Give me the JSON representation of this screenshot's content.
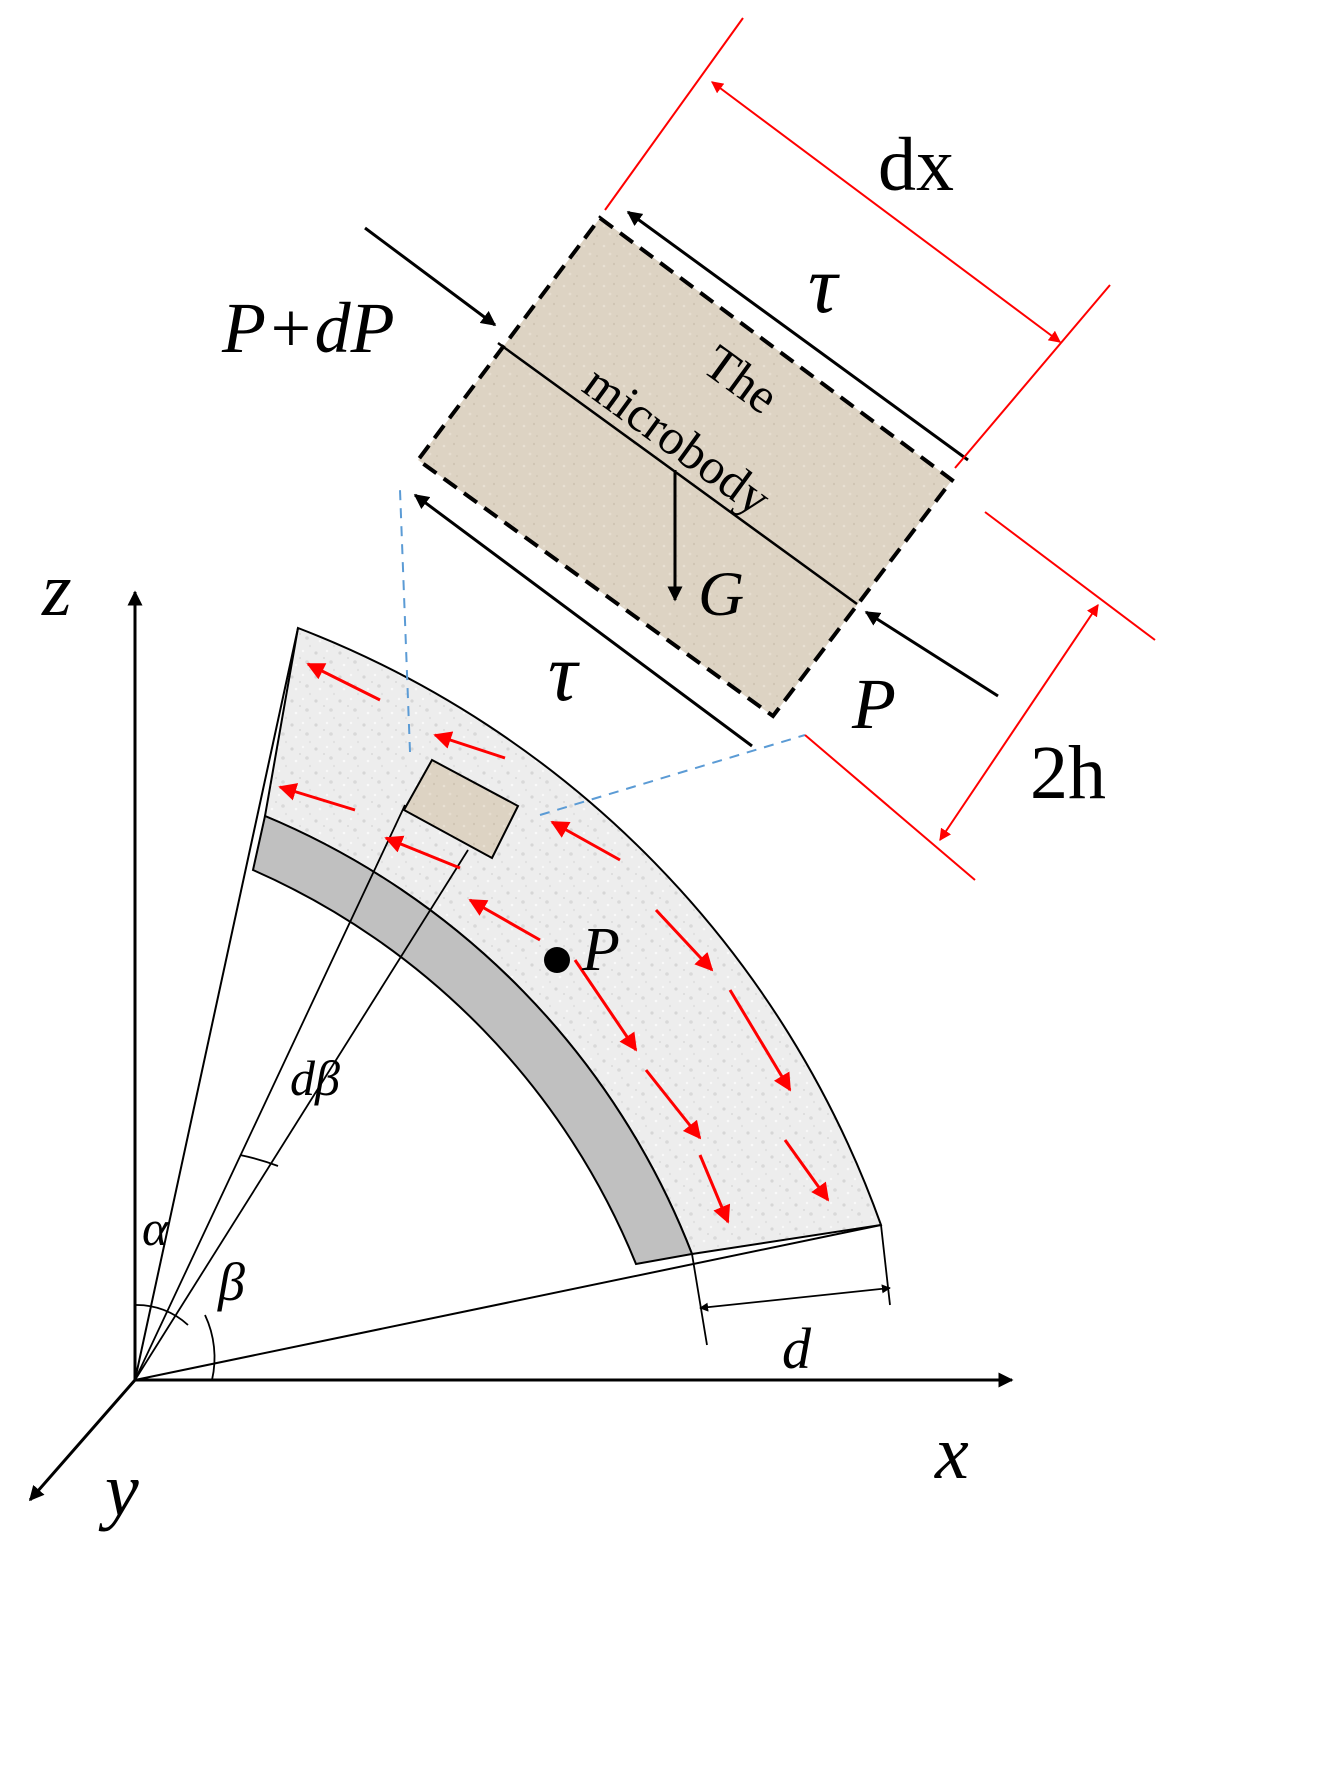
{
  "labels": {
    "dx": "dx",
    "tau_top": "τ",
    "tau_bottom": "τ",
    "p_plus_dp": "P+dP",
    "p_right": "P",
    "microbody_line1": "The",
    "microbody_line2": "microbody",
    "gravity": "G",
    "two_h": "2h",
    "axis_z": "z",
    "axis_x": "x",
    "axis_y": "y",
    "alpha": "α",
    "beta": "β",
    "d_beta": "dβ",
    "point_p": "P",
    "thickness_d": "d"
  },
  "colors": {
    "dimension_red": "#ff0000",
    "flow_arrow_red": "#ff0000",
    "grout_fill": "#eeeeee",
    "lining_gray": "#c0c0c0",
    "microbody_fill": "#ddd3c3",
    "guide_blue": "#5b9bd5",
    "ink": "#000000"
  }
}
